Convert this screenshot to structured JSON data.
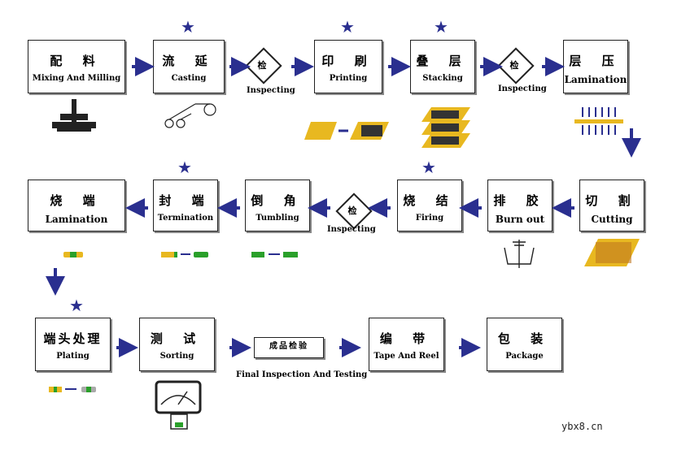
{
  "steps": {
    "mixing": {
      "cn": "配 料",
      "en": "Mixing And Milling"
    },
    "casting": {
      "cn": "流 延",
      "en": "Casting"
    },
    "printing": {
      "cn": "印 刷",
      "en": "Printing"
    },
    "stacking": {
      "cn": "叠 层",
      "en": "Stacking"
    },
    "lamination1": {
      "cn": "层 压",
      "en": "Lamination"
    },
    "cutting": {
      "cn": "切 割",
      "en": "Cutting"
    },
    "burnout": {
      "cn": "排 胶",
      "en": "Burn out"
    },
    "firing": {
      "cn": "烧 结",
      "en": "Firing"
    },
    "tumbling": {
      "cn": "倒 角",
      "en": "Tumbling"
    },
    "termination": {
      "cn": "封 端",
      "en": "Termination"
    },
    "lamination2": {
      "cn": "烧 端",
      "en": "Lamination"
    },
    "plating": {
      "cn": "端头处理",
      "en": "Plating"
    },
    "sorting": {
      "cn": "测 试",
      "en": "Sorting"
    },
    "final": {
      "cn": "成品检验",
      "en": "Final Inspection And Testing"
    },
    "tape": {
      "cn": "编 带",
      "en": "Tape And Reel"
    },
    "package": {
      "cn": "包 装",
      "en": "Package"
    }
  },
  "inspect": {
    "cn": "检",
    "en": "Inspecting"
  },
  "watermark": "ybx8.cn",
  "colors": {
    "arrow": "#2a2f8f",
    "star": "#2a2f8f",
    "chip": "#e8b820",
    "chip_dark": "#333333",
    "green": "#2aa02a"
  }
}
